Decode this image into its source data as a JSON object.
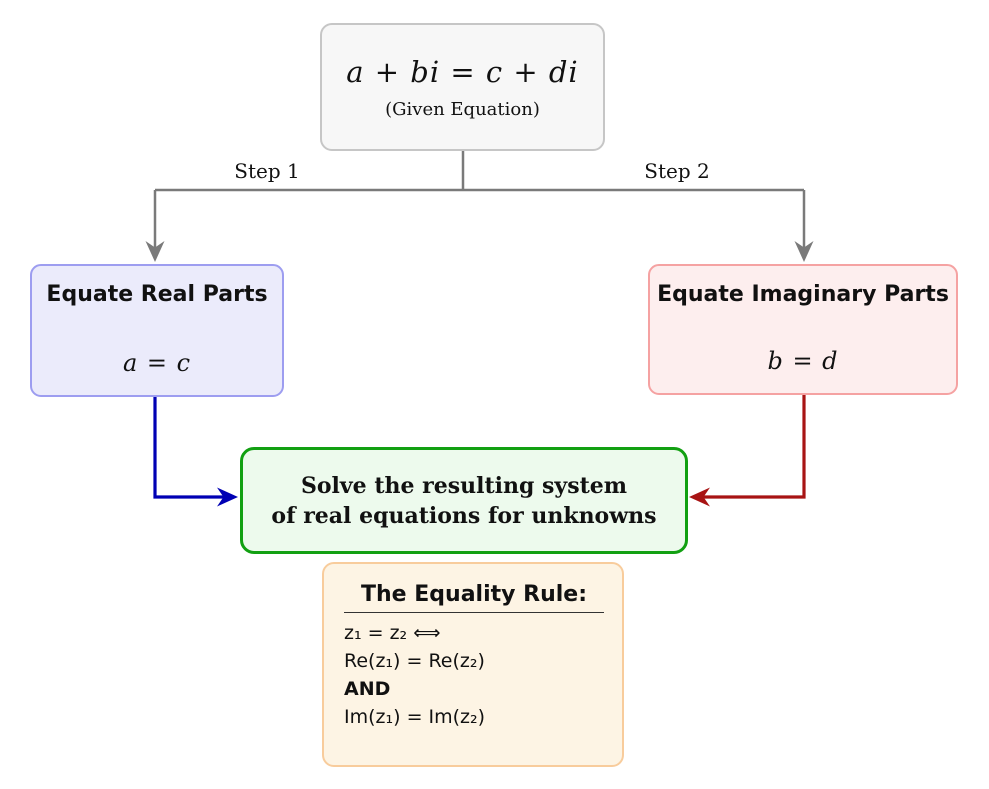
{
  "diagram": {
    "given_box": {
      "equation": "a + bi = c + di",
      "caption": "(Given Equation)"
    },
    "branches": {
      "left_label": "Step 1",
      "right_label": "Step 2"
    },
    "real_box": {
      "title": "Equate Real Parts",
      "equation": "a = c"
    },
    "imaginary_box": {
      "title": "Equate Imaginary Parts",
      "equation": "b = d"
    },
    "solve_box": {
      "line1": "Solve the resulting system",
      "line2": "of real equations for unknowns"
    },
    "equality_rule": {
      "title": "The Equality Rule:",
      "lines": [
        "z₁ = z₂  ⟺",
        "Re(z₁) = Re(z₂)",
        "AND",
        "Im(z₁) = Im(z₂)"
      ]
    },
    "colors": {
      "given_fill": "#f7f7f7",
      "given_border": "#c6c6c6",
      "real_fill": "#ebebfb",
      "real_border": "#9d9df0",
      "imaginary_fill": "#fdeeee",
      "imaginary_border": "#f5a2a2",
      "solve_fill": "#edfaed",
      "solve_border": "#12a012",
      "rule_fill": "#fdf4e4",
      "rule_border": "#f8cc9c",
      "step_connector": "#7a7a7a",
      "real_arrow": "#0000b4",
      "imaginary_arrow": "#a81414"
    }
  }
}
